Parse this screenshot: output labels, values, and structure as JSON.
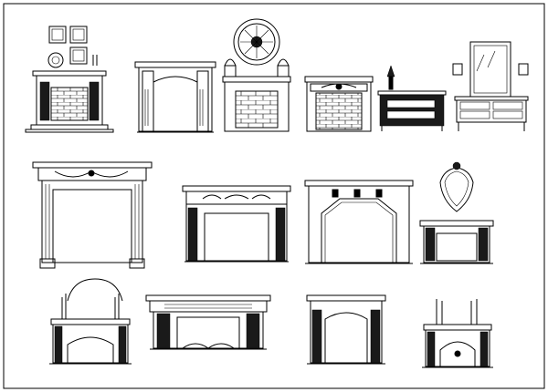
{
  "sheet": {
    "background": "#ffffff",
    "line_color": "#000000",
    "border_color": "#000000"
  },
  "drawings": [
    {
      "id": "fireplace-brick-pictures"
    },
    {
      "id": "fireplace-classic-arch"
    },
    {
      "id": "fireplace-brick-rosette"
    },
    {
      "id": "fireplace-brick-carved"
    },
    {
      "id": "sideboard-lamp"
    },
    {
      "id": "dresser-mirror"
    },
    {
      "id": "mantel-swag"
    },
    {
      "id": "fireplace-carved-frieze"
    },
    {
      "id": "fireplace-stone-arch"
    },
    {
      "id": "fireplace-mirror-mantel"
    },
    {
      "id": "fireplace-candles-arched"
    },
    {
      "id": "fireplace-caryatids"
    },
    {
      "id": "fireplace-simple-columns"
    },
    {
      "id": "fireplace-candles-round"
    }
  ]
}
